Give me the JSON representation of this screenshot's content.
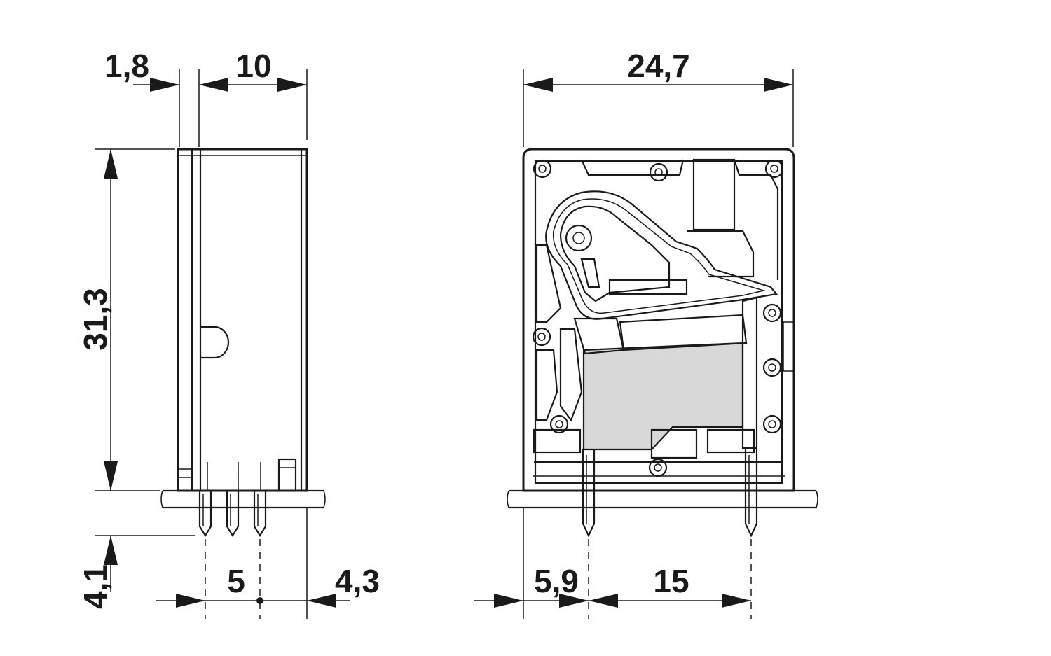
{
  "side_view": {
    "dim_top_left": "1,8",
    "dim_top_right": "10",
    "dim_height": "31,3",
    "dim_pin_length": "4,1",
    "dim_pitch": "5",
    "dim_right_offset": "4,3"
  },
  "front_view": {
    "dim_width": "24,7",
    "dim_left_offset": "5,9",
    "dim_pin_spacing": "15"
  },
  "colors": {
    "line": "#1a1a1a",
    "fill_grey": "#d8d8d8",
    "background": "#ffffff"
  }
}
